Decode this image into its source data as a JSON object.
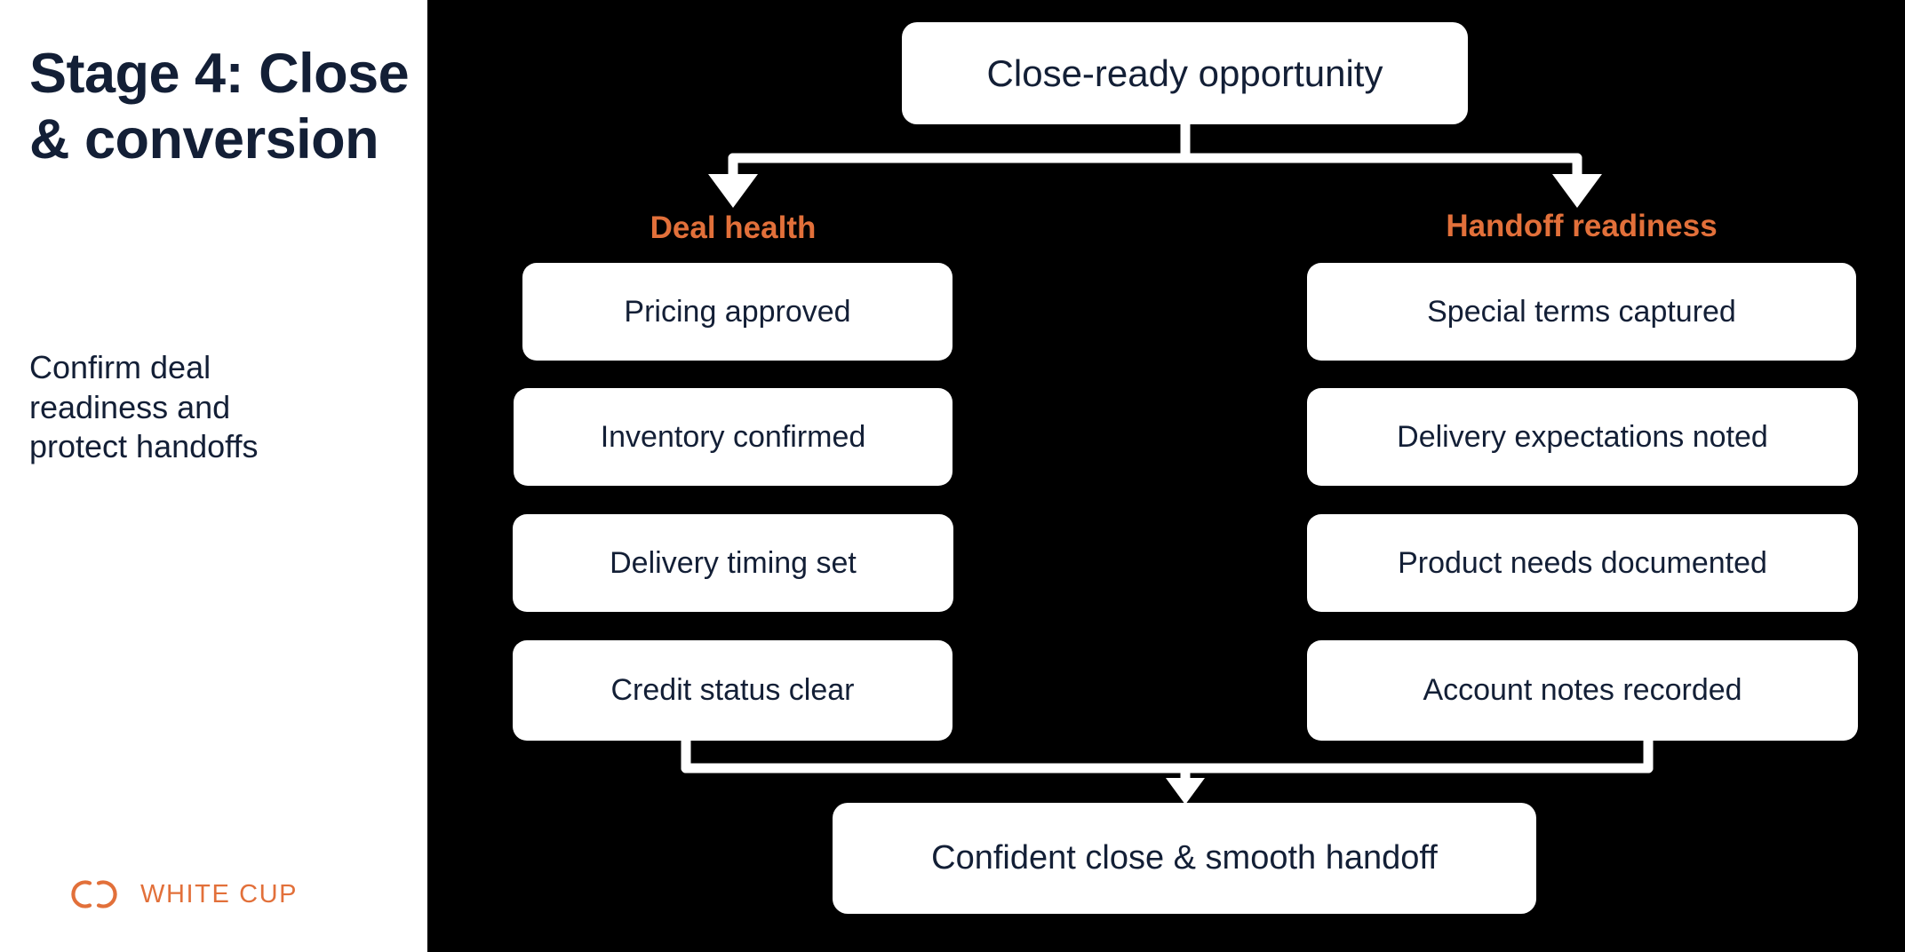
{
  "sidebar": {
    "title": "Stage 4: Close & conversion",
    "subtitle": "Confirm deal readiness and protect handoffs",
    "logo": {
      "name": "white-cup-logo",
      "wordmark": "WHITE CUP",
      "color": "#e2703a"
    }
  },
  "diagram": {
    "type": "flowchart",
    "background": "#000000",
    "node_fill": "#ffffff",
    "node_text_color": "#131f36",
    "connector_color": "#ffffff",
    "accent_color": "#e2703a",
    "root": {
      "label": "Close-ready opportunity"
    },
    "branches": [
      {
        "label": "Deal health",
        "items": [
          "Pricing approved",
          "Inventory confirmed",
          "Delivery timing set",
          "Credit status clear"
        ]
      },
      {
        "label": "Handoff readiness",
        "items": [
          "Special terms captured",
          "Delivery expectations noted",
          "Product needs documented",
          "Account notes recorded"
        ]
      }
    ],
    "terminal": {
      "label": "Confident close & smooth handoff"
    }
  }
}
